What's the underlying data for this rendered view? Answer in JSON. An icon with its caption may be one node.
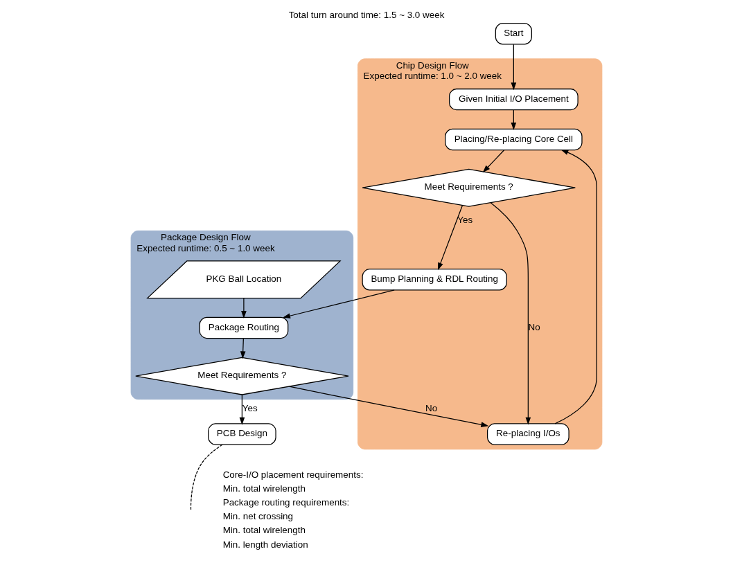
{
  "diagram": {
    "title": "Total turn around time: 1.5 ~ 3.0 week",
    "nodes": [
      {
        "text": [
          "Chip Design Flow",
          "Expected runtime: 1.0 ~ 2.0 week"
        ]
      },
      {
        "text": [
          "Package Design Flow",
          "Expected runtime: 0.5 ~ 1.0 week"
        ]
      },
      {
        "text": [
          "Start"
        ]
      },
      {
        "text": [
          "Given Initial I/O Placement"
        ],
        "in": 0
      },
      {
        "text": [
          "Placing/Re-placing Core Cell"
        ],
        "in": 0
      },
      {
        "text": [
          "Re-placing I/Os"
        ],
        "in": 0
      },
      {
        "text": [
          "Meet Requirements ?"
        ],
        "in": 0
      },
      {
        "text": [
          "Bump Planning & RDL Routing"
        ],
        "in": 0
      },
      {
        "text": [
          "PKG Ball Location"
        ],
        "in": 1
      },
      {
        "text": [
          "Package Routing"
        ],
        "in": 1
      },
      {
        "text": [
          "Meet Requirements ?"
        ],
        "in": 1
      },
      {
        "text": [
          "PCB Design"
        ]
      }
    ],
    "edges": [
      {
        "from": 2,
        "to": 3,
        "arrow": "to"
      },
      {
        "from": 3,
        "to": 4,
        "arrow": "to"
      },
      {
        "from": 4,
        "to": 6,
        "arrow": "to"
      },
      {
        "from": 6,
        "to": 5,
        "arrow": "to",
        "label": "No"
      },
      {
        "from": 5,
        "to": 4,
        "arrow": "to"
      },
      {
        "from": 6,
        "to": 7,
        "arrow": "to",
        "label": "Yes"
      },
      {
        "from": 7,
        "to": 9,
        "arrow": "to"
      },
      {
        "from": 8,
        "to": 9,
        "arrow": "to"
      },
      {
        "from": 9,
        "to": 10,
        "arrow": "to"
      },
      {
        "from": 10,
        "to": 11,
        "arrow": "to",
        "label": "Yes"
      },
      {
        "from": 10,
        "to": 5,
        "arrow": "to",
        "label": "No"
      },
      {
        "from": 11,
        "to": null,
        "arrow": "none",
        "style": "dashed"
      }
    ],
    "labels": [
      "Core-I/O placement requirements:",
      "Min. total wirelength",
      "Package routing requirements:",
      "Min. net crossing",
      "Min. total wirelength",
      "Min. length deviation"
    ]
  }
}
